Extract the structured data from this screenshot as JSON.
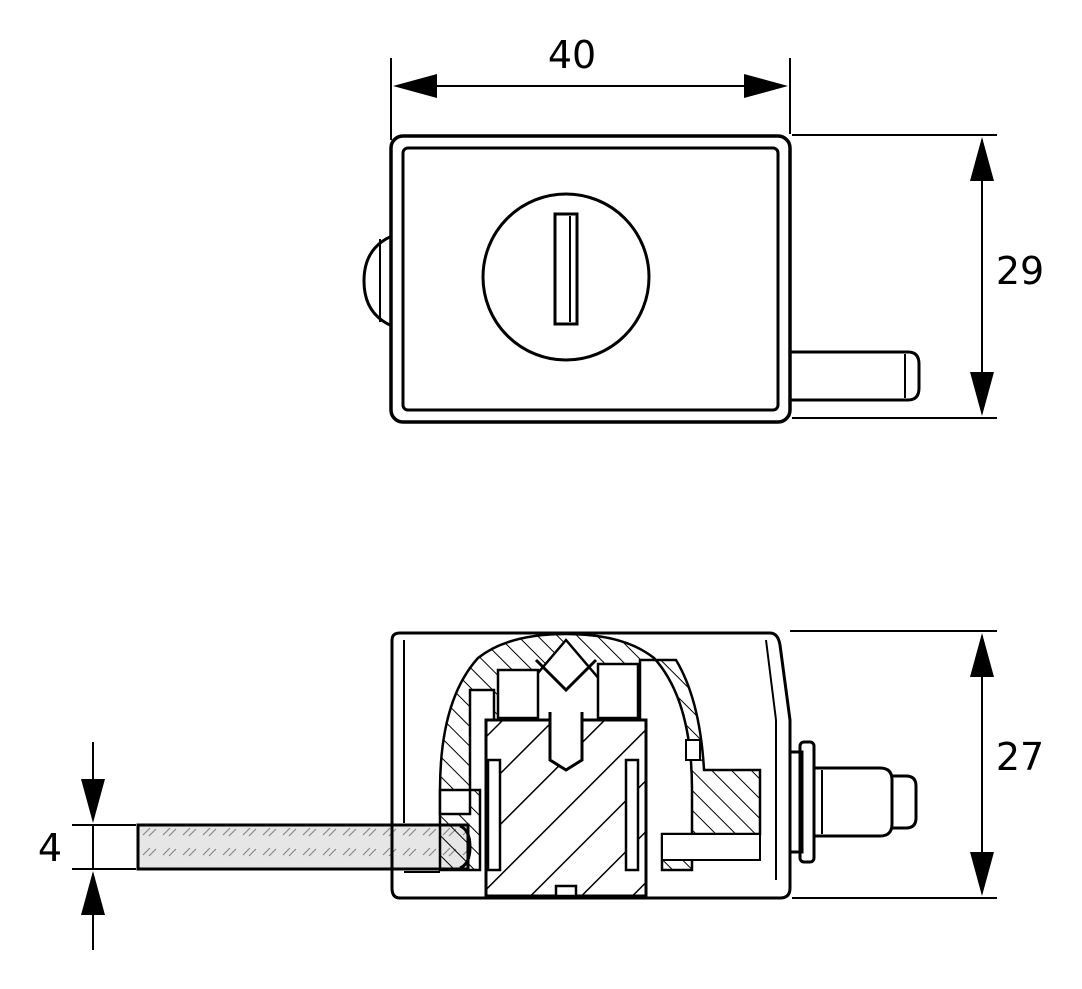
{
  "dimensions": {
    "width": "40",
    "height_top_view": "29",
    "height_side_view": "27",
    "glass_thickness": "4"
  },
  "colors": {
    "line": "#000000",
    "glass_fill": "#e6e6e6",
    "background": "#ffffff"
  }
}
